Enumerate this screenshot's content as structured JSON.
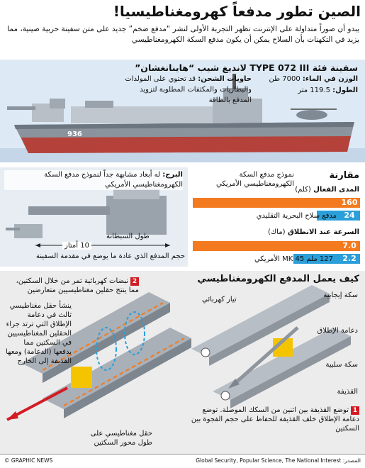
{
  "headline": "الصين تطور مدفعاً كهرومغناطيسيا!",
  "intro": "يبدو أن صوراً متداولة على الإنترنت تظهر التجربة الأولى لنشر “مدفع ضخم” جديد على متن سفينة حربية صينية، مما يزيد في التكهنات بأن السلاح يمكن أن يكون مدفع السكة الكهرومغناطيسي",
  "ship": {
    "title": "سفينة فئة TYPE 072 III لانديغ شيب “هاينانغشان”",
    "displacement_label": "الوزن في الماء:",
    "displacement_value": "7000 طن",
    "length_label": "الطول:",
    "length_value": "119.5 متر",
    "cargo_label": "حاويات الشحن:",
    "cargo_text": "قد تحتوي على المولدات والبطاريات والمكثفات المطلوبة لتزويد المدفع بالطاقة",
    "hull_number": "936"
  },
  "gun": {
    "barge_label": "البرج:",
    "barge_text": "له أبعاد مشابهة جداً لنموذج مدفع السكة الكهرومغناطيسي الأمريكي",
    "barrel_label": "طول السبطانة",
    "length_label": "10 أمتار",
    "ordinary_note": "حجم المدفع الذي عادة ما يوضع في مقدمة السفينة"
  },
  "comparison": {
    "heading": "مقارنة",
    "railgun_model_label": "نموذج مدفع السكة الكهرومغناطيسي الأمريكي",
    "range": {
      "label": "المدى الفعال",
      "unit": "(كلم)",
      "railgun_value": "160",
      "conventional_value": "24",
      "conventional_label": "مدفع سلاح البحرية التقليدي",
      "railgun_fill": 1.0,
      "conventional_fill": 0.15
    },
    "speed": {
      "label": "السرعة عند الانطلاق",
      "unit": "(ماك)",
      "railgun_value": "7.0",
      "conventional_value": "2.2",
      "conventional_label": "127 ملم MK 45 الأمريكي",
      "railgun_fill": 1.0,
      "conventional_fill": 0.31
    }
  },
  "how": {
    "title": "كيف يعمل المدفع الكهرومغناطيسي",
    "current_label": "تيار كهربائي",
    "positive_rail": "سكة إيجابية",
    "armature": "دعامة الإطلاق",
    "negative_rail": "سكة سلبية",
    "projectile": "القذيفة",
    "step1_num": "1",
    "step1_text": "توضع القذيفة بين اثنين من السكك الموصلة. توضع دعامة الإطلاق خلف القذيفة للحفاظ على حجم الفجوة بين السكتين",
    "step2_num": "2",
    "step2_text": "نبضات كهربائية تمر من خلال السكتين، مما ينتج حقلين مغناطيسيين متعارضين",
    "step2b_text": "ينشأ حقل مغناطيسي ثالث في دعامة الإطلاق التي ترتد جراء الحقلين المغناطيسيين في السكتين مما يدفعها (الدعامة) ومعها القذيفة إلى الخارج",
    "field_label": "حقل مغناطيسي على طول محور السكتين"
  },
  "footer": {
    "credit": "© GRAPHIC NEWS",
    "sources_label": "المصدر:",
    "sources": "Global Security, Popular Science, The National Interest"
  },
  "colors": {
    "orange": "#f37a1f",
    "blue": "#2b9fd9",
    "red": "#d31b24",
    "panel": "#ddeaf6"
  }
}
